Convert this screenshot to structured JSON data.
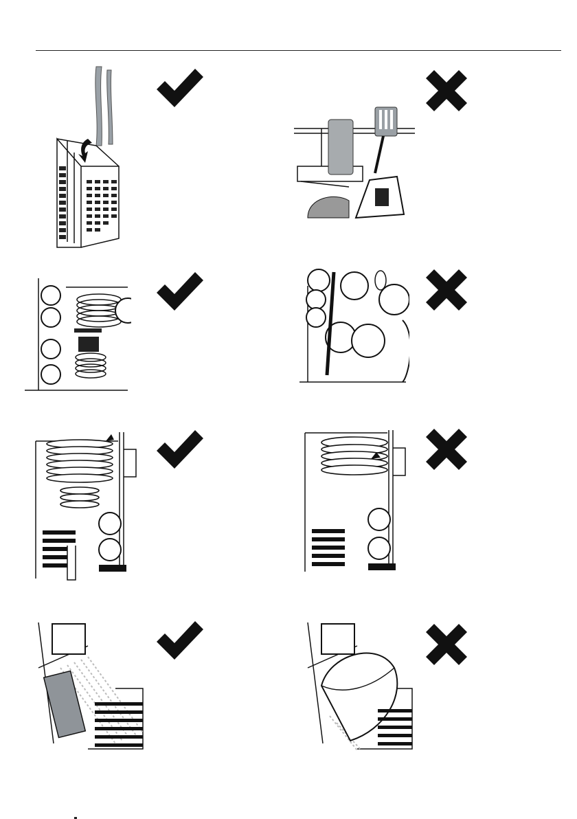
{
  "page": {
    "rows": [
      {
        "left": {
          "illustration": "cutlery-basket-knives-blade-down",
          "verdict": "correct",
          "icon": "check-mark-icon"
        },
        "right": {
          "illustration": "glass-on-cup-rack-with-spatula",
          "verdict": "incorrect",
          "icon": "cross-mark-icon"
        }
      },
      {
        "left": {
          "illustration": "cups-and-plates-loaded-neatly",
          "verdict": "correct",
          "icon": "check-mark-icon"
        },
        "right": {
          "illustration": "overcrowded-rack-with-whisk",
          "verdict": "incorrect",
          "icon": "cross-mark-icon"
        }
      },
      {
        "left": {
          "illustration": "plates-stacked-below-rack-height",
          "verdict": "correct",
          "icon": "check-mark-icon"
        },
        "right": {
          "illustration": "plates-above-rack-blocking-spray",
          "verdict": "incorrect",
          "icon": "cross-mark-icon"
        }
      },
      {
        "left": {
          "illustration": "tray-angled-in-rack-spray-reaches",
          "verdict": "correct",
          "icon": "check-mark-icon"
        },
        "right": {
          "illustration": "large-bowl-blocking-spray",
          "verdict": "incorrect",
          "icon": "cross-mark-icon"
        }
      }
    ]
  },
  "colors": {
    "ink": "#1a1a1a",
    "light_ink": "#9a9a9a",
    "rule": "#222222"
  }
}
